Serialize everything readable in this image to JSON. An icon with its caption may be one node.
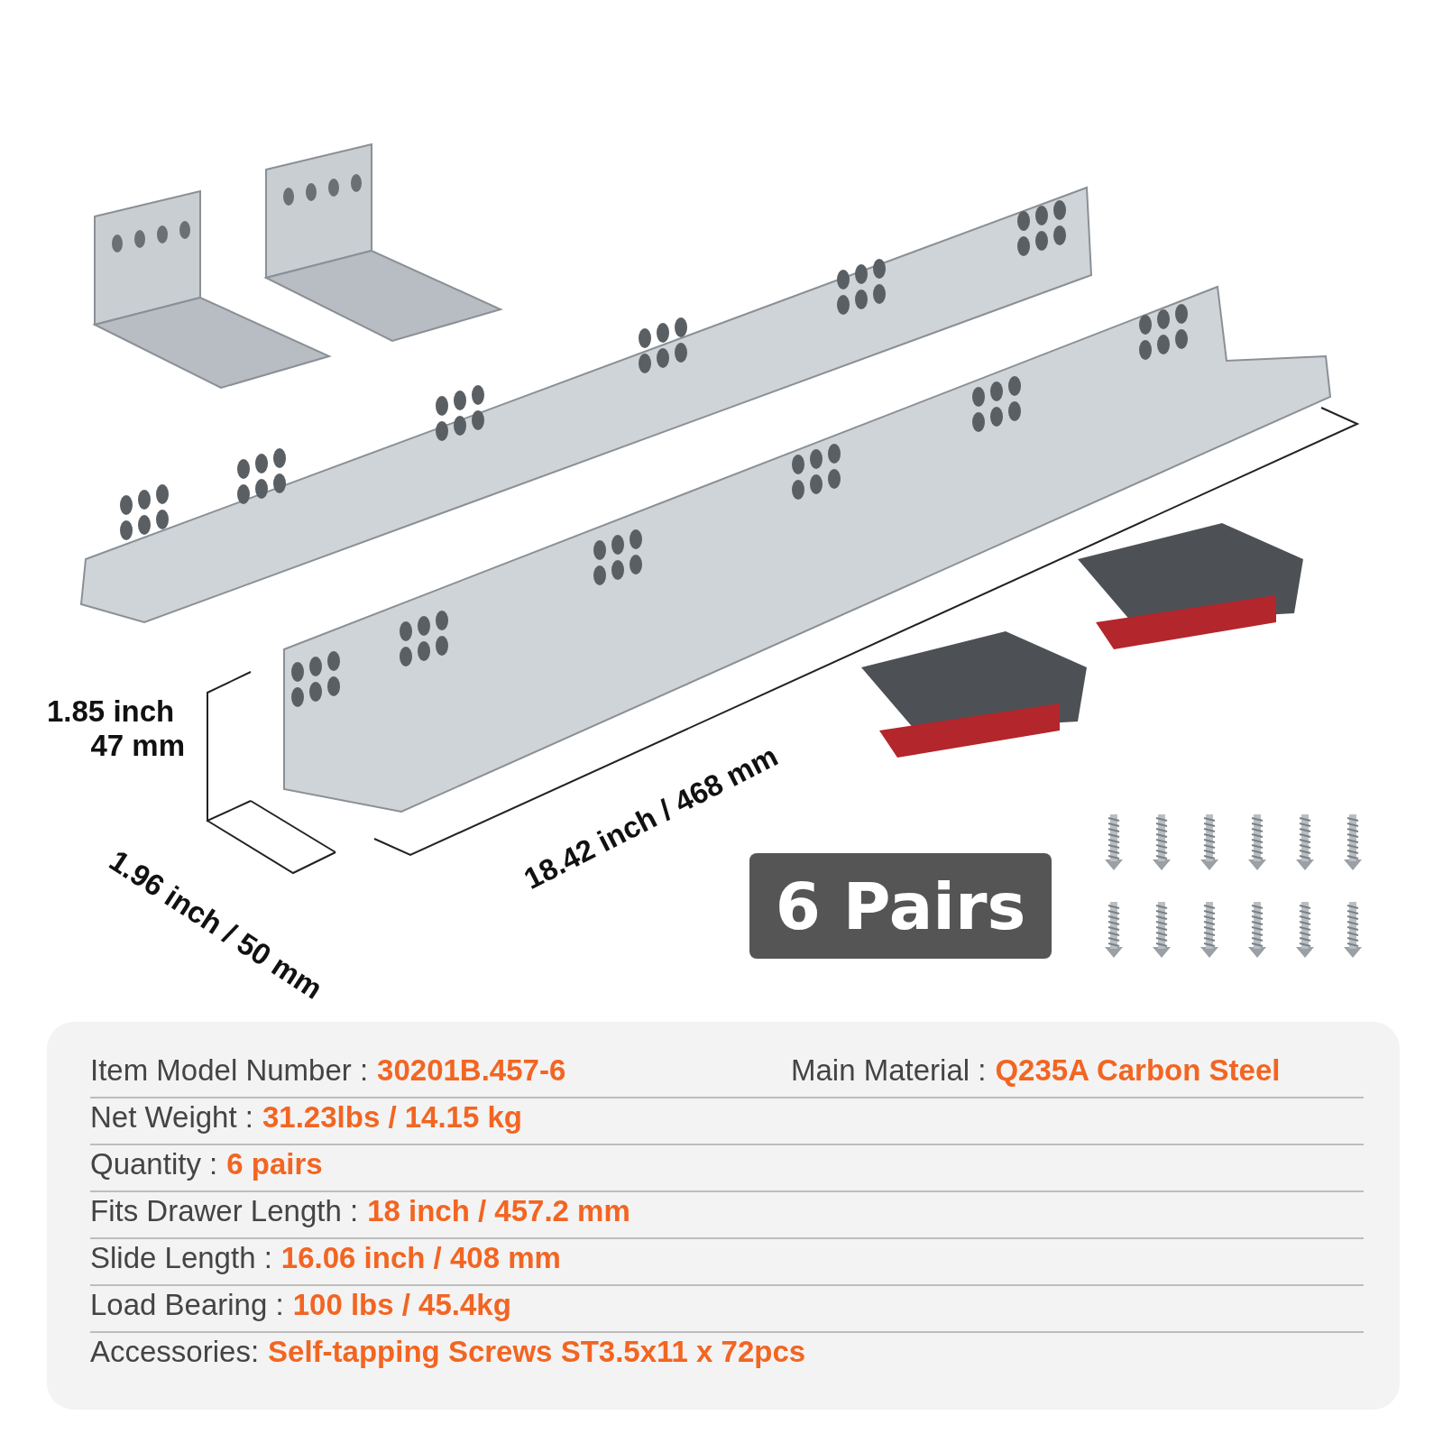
{
  "diagram": {
    "labels": [
      "1.85 inch",
      "47 mm",
      "1.96 inch / 50 mm",
      "18.42 inch / 468 mm",
      "6 Pairs",
      "Item Model Number :",
      "30201B.457-6",
      "Main Material :",
      "Q235A Carbon Steel",
      "Net Weight :",
      "31.23lbs / 14.15 kg",
      "Quantity :",
      "6 pairs",
      "Fits Drawer Length :",
      "18 inch / 457.2 mm",
      "Slide Length :",
      "16.06 inch / 408 mm",
      "Load Bearing :",
      "100 lbs / 45.4kg",
      "Accessories:",
      "Self-tapping Screws ST3.5x11 x 72pcs"
    ]
  }
}
